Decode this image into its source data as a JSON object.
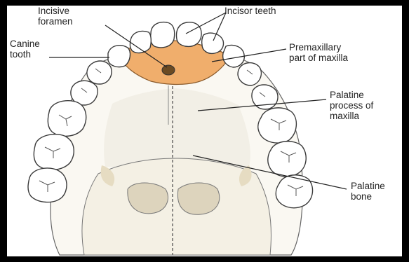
{
  "labels": {
    "incisive_foramen": [
      "Incisive",
      "foramen"
    ],
    "incisor_teeth": "Incisor teeth",
    "canine_tooth": [
      "Canine",
      "tooth"
    ],
    "premaxillary": [
      "Premaxillary",
      "part of maxilla"
    ],
    "palatine_process": [
      "Palatine",
      "process of",
      "maxilla"
    ],
    "palatine_bone": [
      "Palatine",
      "bone"
    ]
  },
  "colors": {
    "premaxilla_fill": "#f0ae6c",
    "tooth_fill": "#ffffff",
    "outline": "#3a3a3a",
    "bone_shade": "#ece6d6",
    "frame": "#000000"
  }
}
